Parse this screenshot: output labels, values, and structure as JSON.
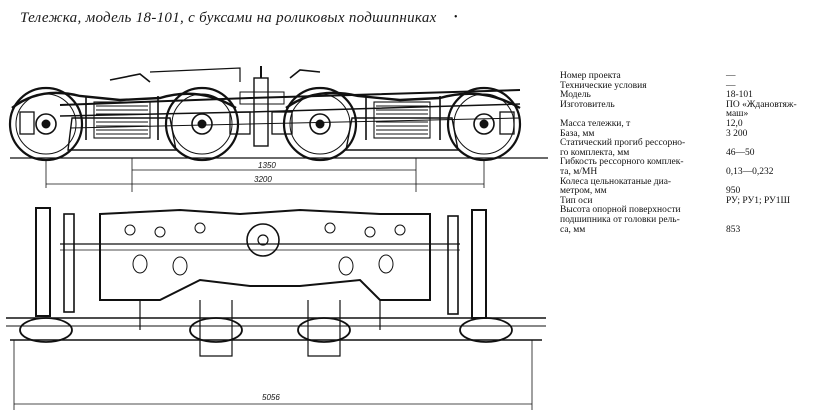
{
  "title": "Тележка, модель 18-101, с буксами на роликовых подшипниках",
  "title_mark": "•",
  "drawing": {
    "dim_base": "1350",
    "dim_span": "3200",
    "dim_overall": "5056"
  },
  "specs": [
    {
      "label": "Номер проекта",
      "value": "—"
    },
    {
      "label": "Технические условия",
      "value": "—"
    },
    {
      "label": "Модель",
      "value": "18-101"
    },
    {
      "label": "Изготовитель",
      "value": "ПО «Ждановтяж-"
    },
    {
      "label": "",
      "value": "маш»"
    },
    {
      "label": "Масса тележки, т",
      "value": "12,0"
    },
    {
      "label": "База, мм",
      "value": "3 200"
    },
    {
      "label": "Статический прогиб рессорно-",
      "value": ""
    },
    {
      "label": "го комплекта, мм",
      "value": "46—50"
    },
    {
      "label": "Гибкость рессорного комплек-",
      "value": ""
    },
    {
      "label": "та, м/МН",
      "value": "0,13—0,232"
    },
    {
      "label": "Колеса цельнокатаные диа-",
      "value": ""
    },
    {
      "label": "метром, мм",
      "value": "950"
    },
    {
      "label": "Тип оси",
      "value": "РУ; РУ1; РУ1Ш"
    },
    {
      "label": "Высота опорной поверхности",
      "value": ""
    },
    {
      "label": "подшипника от головки рель-",
      "value": ""
    },
    {
      "label": "са, мм",
      "value": "853"
    }
  ]
}
